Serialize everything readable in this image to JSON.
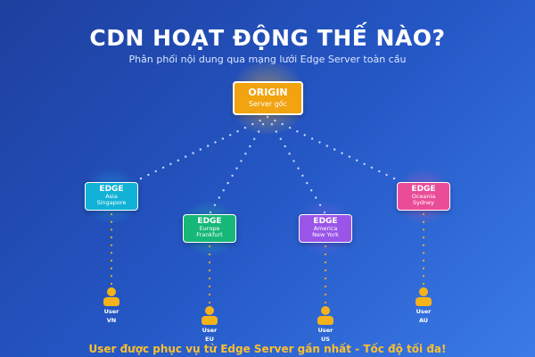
{
  "header": {
    "title": "CDN HOẠT ĐỘNG THẾ NÀO?",
    "subtitle": "Phân phối nội dung qua mạng lưới Edge Server toàn cầu"
  },
  "origin": {
    "title": "ORIGIN",
    "subtitle": "Server gốc",
    "color": "#f2a310"
  },
  "edges": [
    {
      "title": "EDGE",
      "line1": "Asia",
      "line2": "Singapore",
      "color": "#11b2d6"
    },
    {
      "title": "EDGE",
      "line1": "Europe",
      "line2": "Frankfurt",
      "color": "#17b877"
    },
    {
      "title": "EDGE",
      "line1": "America",
      "line2": "New York",
      "color": "#9a55e8"
    },
    {
      "title": "EDGE",
      "line1": "Oceania",
      "line2": "Sydney",
      "color": "#ea4c98"
    }
  ],
  "users": [
    {
      "line1": "User",
      "line2": "VN"
    },
    {
      "line1": "User",
      "line2": "EU"
    },
    {
      "line1": "User",
      "line2": "US"
    },
    {
      "line1": "User",
      "line2": "AU"
    }
  ],
  "colors": {
    "connector_dots": "#c9d8ff",
    "user_dots": "#f5b21a",
    "user_icon": "#f5b21a",
    "footer": "#ffbf2e"
  },
  "footer": "User được phục vụ từ Edge Server gần nhất - Tốc độ tối đa!"
}
